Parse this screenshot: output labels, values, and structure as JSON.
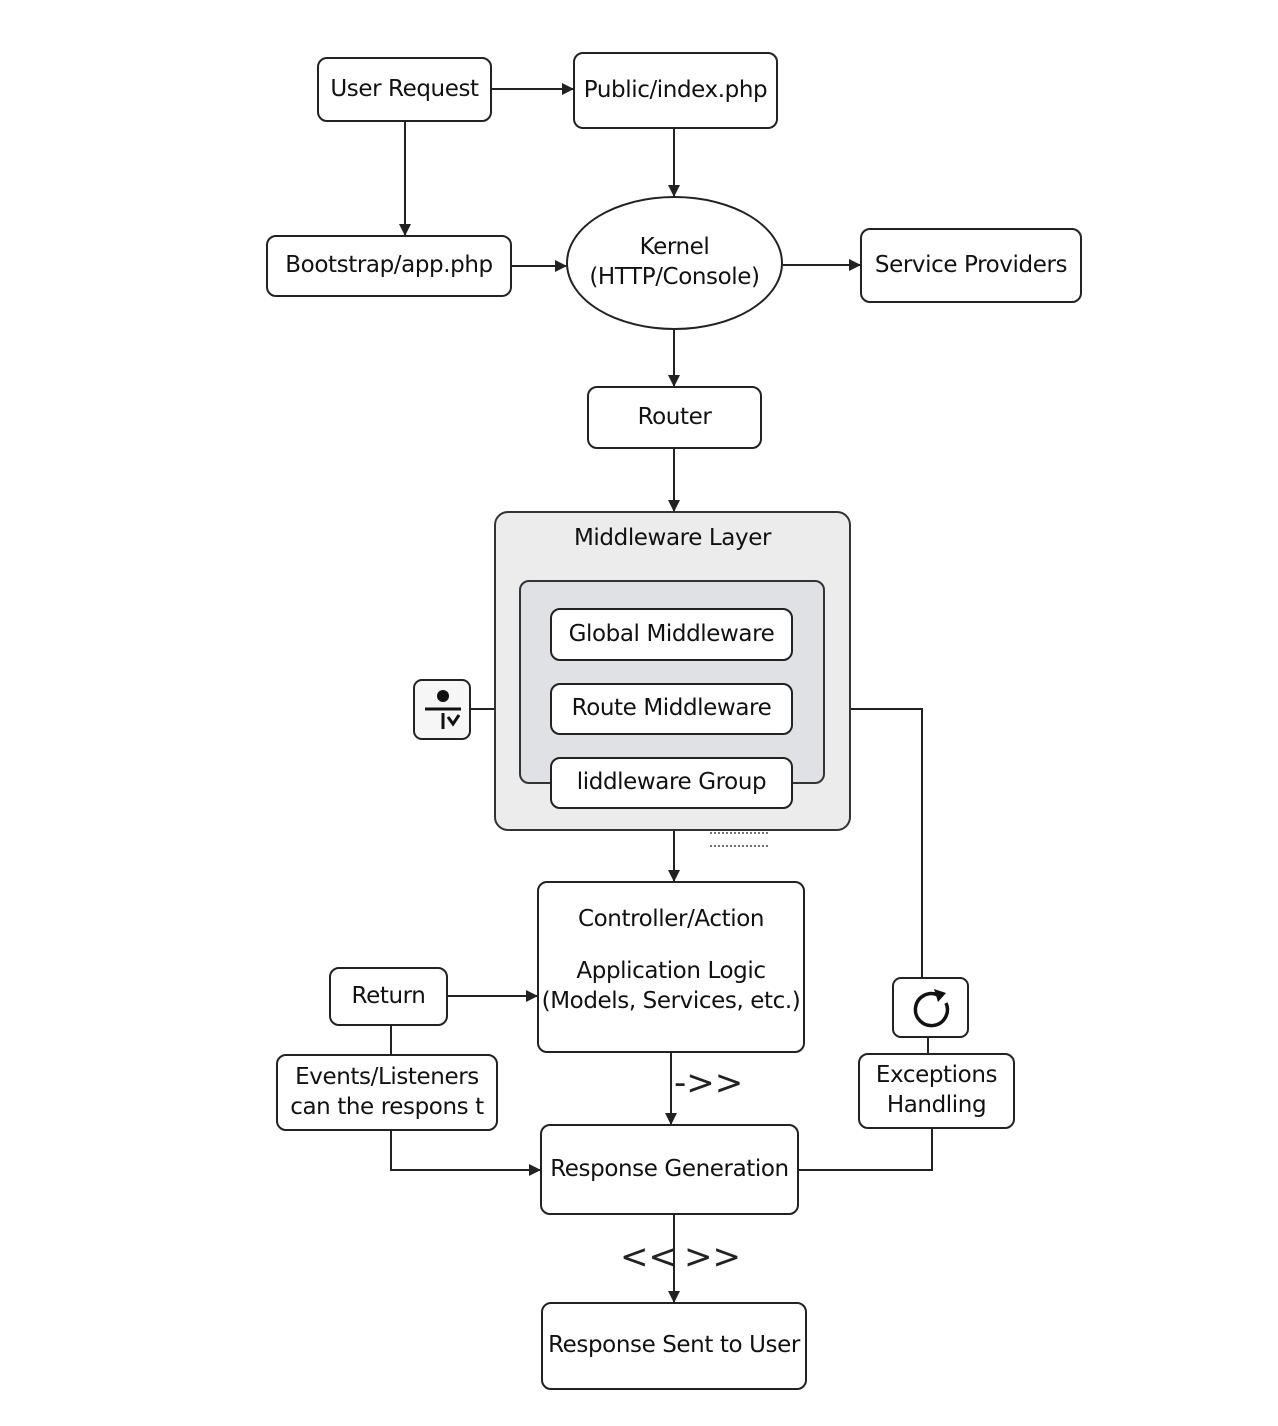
{
  "nodes": {
    "user_request": "User Request",
    "public_index": "Public/index.php",
    "bootstrap_app": "Bootstrap/app.php",
    "kernel": "Kernel\n(HTTP/Console)",
    "service_providers": "Service Providers",
    "router": "Router",
    "middleware_layer": "Middleware Layer",
    "global_middleware": "Global Middleware",
    "route_middleware": "Route Middleware",
    "middleware_group": "liddleware Group",
    "controller_action": "Controller/Action",
    "application_logic": "Application Logic\n(Models, Services, etc.)",
    "return": "Return",
    "events_listeners": "Events/Listeners\ncan the respons t",
    "exceptions_handling": "Exceptions\nHandling",
    "response_generation": "Response Generation",
    "response_sent": "Response Sent to User"
  },
  "decorations": {
    "controller_out_symbol": "->>",
    "response_symbol_left": "<<",
    "response_symbol_right": ">>"
  },
  "icons": {
    "left_icon": "filter-person-icon",
    "right_icon": "refresh-icon"
  },
  "colors": {
    "stroke": "#222222",
    "panel_outer": "#ececec",
    "panel_inner": "#dfe1e4",
    "node_fill": "#ffffff"
  }
}
